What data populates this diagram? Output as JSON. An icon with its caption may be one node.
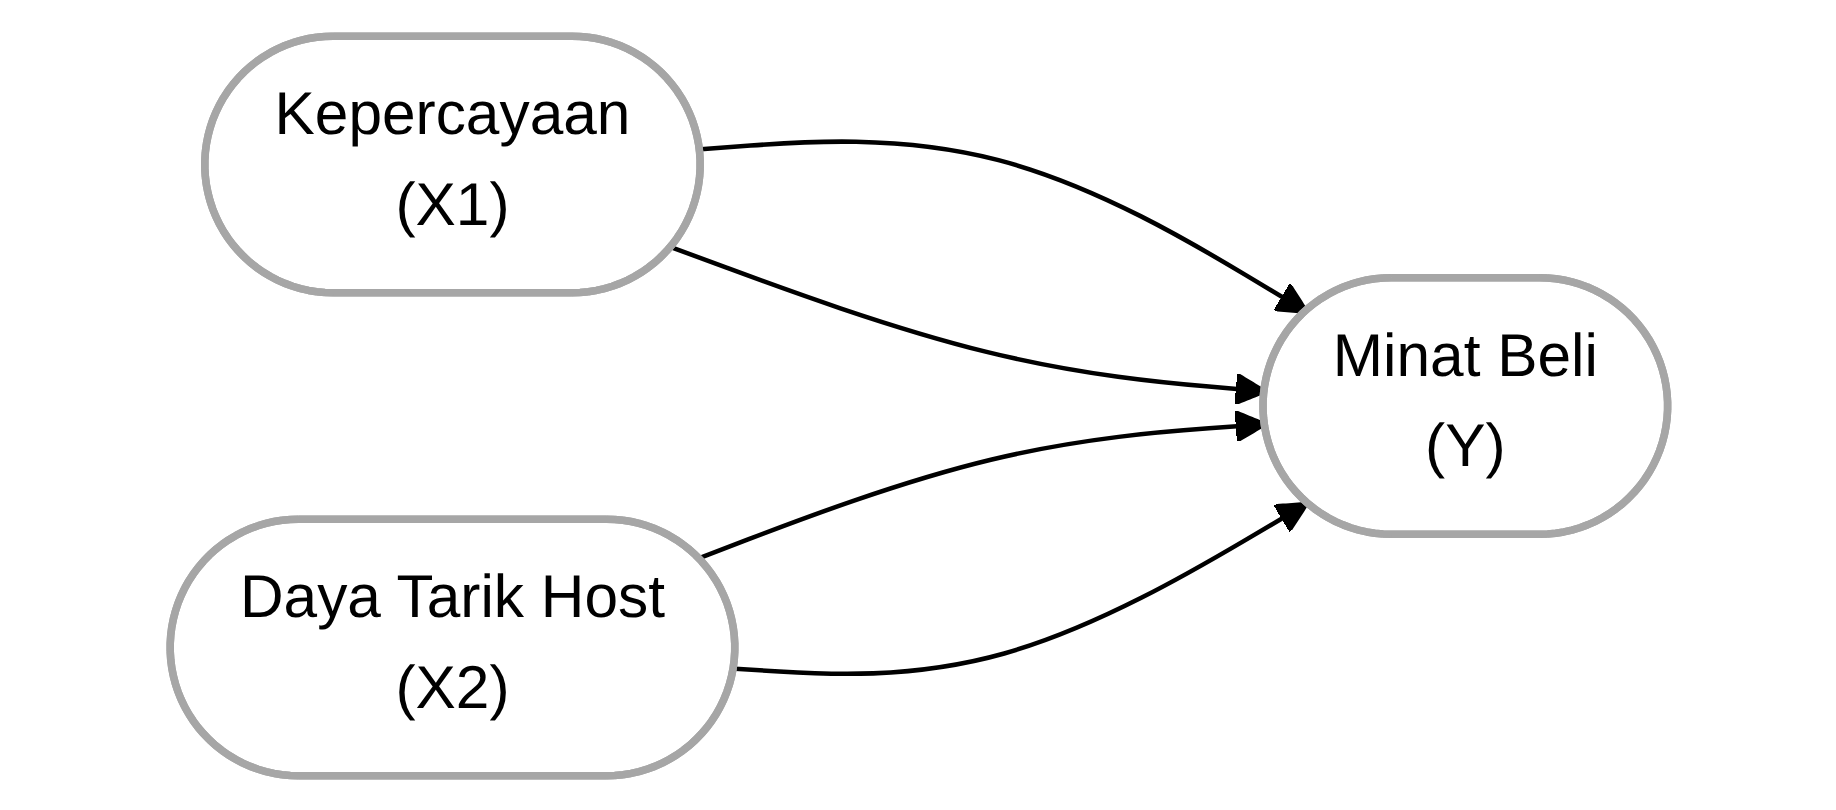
{
  "diagram": {
    "nodes": [
      {
        "text": [
          "Kepercayaan",
          "(X1)"
        ]
      },
      {
        "text": [
          "Daya Tarik Host",
          "(X2)"
        ]
      },
      {
        "text": [
          "Minat Beli",
          "(Y)"
        ]
      }
    ],
    "edges": [
      {
        "from": 0,
        "to": 2,
        "arrow": "to"
      },
      {
        "from": 1,
        "to": 2,
        "arrow": "to"
      },
      {
        "from": 0,
        "to": 2,
        "arrow": "to"
      },
      {
        "from": 1,
        "to": 2,
        "arrow": "to"
      }
    ]
  }
}
